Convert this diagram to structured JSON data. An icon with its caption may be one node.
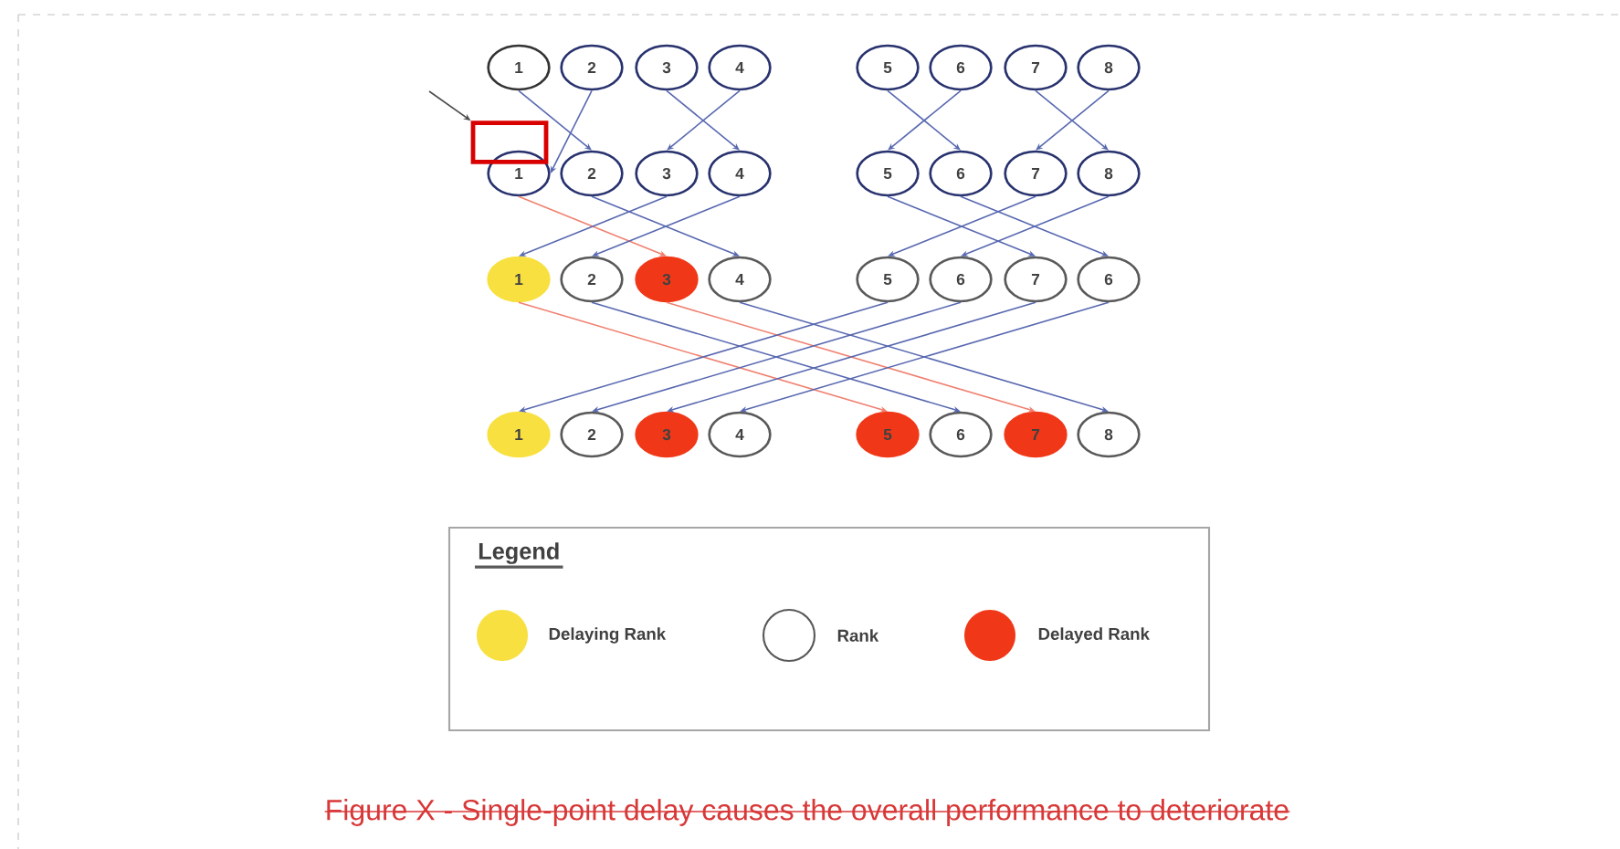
{
  "diagram": {
    "caption": "Figure X - Single-point delay causes the overall performance to deteriorate",
    "nodes": [
      {
        "text": [
          "1"
        ]
      },
      {
        "text": [
          "2"
        ]
      },
      {
        "text": [
          "3"
        ]
      },
      {
        "text": [
          "4"
        ]
      },
      {
        "text": [
          "5"
        ]
      },
      {
        "text": [
          "6"
        ]
      },
      {
        "text": [
          "7"
        ]
      },
      {
        "text": [
          "8"
        ]
      },
      {
        "text": [
          "1"
        ]
      },
      {
        "text": [
          "2"
        ]
      },
      {
        "text": [
          "3"
        ]
      },
      {
        "text": [
          "4"
        ]
      },
      {
        "text": [
          "5"
        ]
      },
      {
        "text": [
          "6"
        ]
      },
      {
        "text": [
          "7"
        ]
      },
      {
        "text": [
          "8"
        ]
      },
      {
        "text": [
          "1"
        ]
      },
      {
        "text": [
          "2"
        ]
      },
      {
        "text": [
          "3"
        ]
      },
      {
        "text": [
          "4"
        ]
      },
      {
        "text": [
          "5"
        ]
      },
      {
        "text": [
          "6"
        ]
      },
      {
        "text": [
          "7"
        ]
      },
      {
        "text": [
          "6"
        ]
      },
      {
        "text": [
          "1"
        ]
      },
      {
        "text": [
          "2"
        ]
      },
      {
        "text": [
          "3"
        ]
      },
      {
        "text": [
          "4"
        ]
      },
      {
        "text": [
          "5"
        ]
      },
      {
        "text": [
          "6"
        ]
      },
      {
        "text": [
          "7"
        ]
      },
      {
        "text": [
          "8"
        ]
      },
      {
        "text": [],
        "shape": "box"
      }
    ],
    "edges": [
      {
        "from": 0,
        "to": 9,
        "arrow": "to"
      },
      {
        "from": 1,
        "to": 8,
        "arrow": "to"
      },
      {
        "from": 2,
        "to": 11,
        "arrow": "to"
      },
      {
        "from": 3,
        "to": 10,
        "arrow": "to"
      },
      {
        "from": 4,
        "to": 13,
        "arrow": "to"
      },
      {
        "from": 5,
        "to": 12,
        "arrow": "to"
      },
      {
        "from": 6,
        "to": 15,
        "arrow": "to"
      },
      {
        "from": 7,
        "to": 14,
        "arrow": "to"
      },
      {
        "from": 8,
        "to": 18,
        "arrow": "to",
        "color": "#f08070"
      },
      {
        "from": 9,
        "to": 19,
        "arrow": "to"
      },
      {
        "from": 10,
        "to": 16,
        "arrow": "to"
      },
      {
        "from": 11,
        "to": 17,
        "arrow": "to"
      },
      {
        "from": 12,
        "to": 22,
        "arrow": "to"
      },
      {
        "from": 13,
        "to": 23,
        "arrow": "to"
      },
      {
        "from": 14,
        "to": 20,
        "arrow": "to"
      },
      {
        "from": 15,
        "to": 21,
        "arrow": "to"
      },
      {
        "from": 16,
        "to": 28,
        "arrow": "to",
        "color": "#f08070"
      },
      {
        "from": 17,
        "to": 29,
        "arrow": "to"
      },
      {
        "from": 18,
        "to": 30,
        "arrow": "to",
        "color": "#f08070"
      },
      {
        "from": 19,
        "to": 31,
        "arrow": "to"
      },
      {
        "from": 20,
        "to": 24,
        "arrow": "to"
      },
      {
        "from": 21,
        "to": 25,
        "arrow": "to"
      },
      {
        "from": 22,
        "to": 26,
        "arrow": "to"
      },
      {
        "from": 23,
        "to": 27,
        "arrow": "to"
      },
      {
        "from": null,
        "to": 32,
        "arrow": "to",
        "color": "#4c4c4c"
      }
    ],
    "labels": [
      "Legend"
    ],
    "legend": [
      {
        "text": "Delaying Rank",
        "color": "#f8e040"
      },
      {
        "text": "Rank"
      },
      {
        "text": "Delayed Rank",
        "color": "#f03818"
      }
    ]
  }
}
